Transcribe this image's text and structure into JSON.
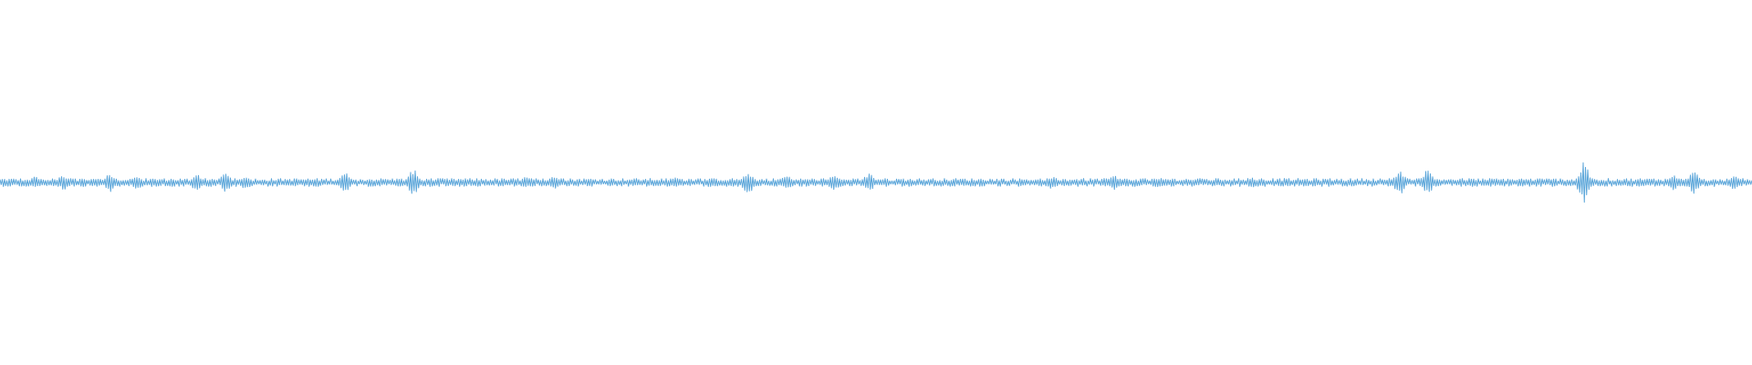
{
  "waveform": {
    "color": "#5aa5d9",
    "background": "#ffffff",
    "base_amplitude": 0.011,
    "peaks": [
      {
        "pos": 0.02,
        "amp": 0.016
      },
      {
        "pos": 0.036,
        "amp": 0.02
      },
      {
        "pos": 0.063,
        "amp": 0.026
      },
      {
        "pos": 0.078,
        "amp": 0.019
      },
      {
        "pos": 0.112,
        "amp": 0.024
      },
      {
        "pos": 0.129,
        "amp": 0.027
      },
      {
        "pos": 0.14,
        "amp": 0.02
      },
      {
        "pos": 0.197,
        "amp": 0.026
      },
      {
        "pos": 0.236,
        "amp": 0.036
      },
      {
        "pos": 0.3,
        "amp": 0.017
      },
      {
        "pos": 0.316,
        "amp": 0.018
      },
      {
        "pos": 0.386,
        "amp": 0.014
      },
      {
        "pos": 0.427,
        "amp": 0.031
      },
      {
        "pos": 0.449,
        "amp": 0.019
      },
      {
        "pos": 0.476,
        "amp": 0.022
      },
      {
        "pos": 0.496,
        "amp": 0.024
      },
      {
        "pos": 0.6,
        "amp": 0.017
      },
      {
        "pos": 0.636,
        "amp": 0.02
      },
      {
        "pos": 0.66,
        "amp": 0.014
      },
      {
        "pos": 0.714,
        "amp": 0.015
      },
      {
        "pos": 0.799,
        "amp": 0.032
      },
      {
        "pos": 0.815,
        "amp": 0.036
      },
      {
        "pos": 0.904,
        "amp": 0.055
      },
      {
        "pos": 0.955,
        "amp": 0.024
      },
      {
        "pos": 0.967,
        "amp": 0.03
      },
      {
        "pos": 0.99,
        "amp": 0.018
      }
    ]
  }
}
